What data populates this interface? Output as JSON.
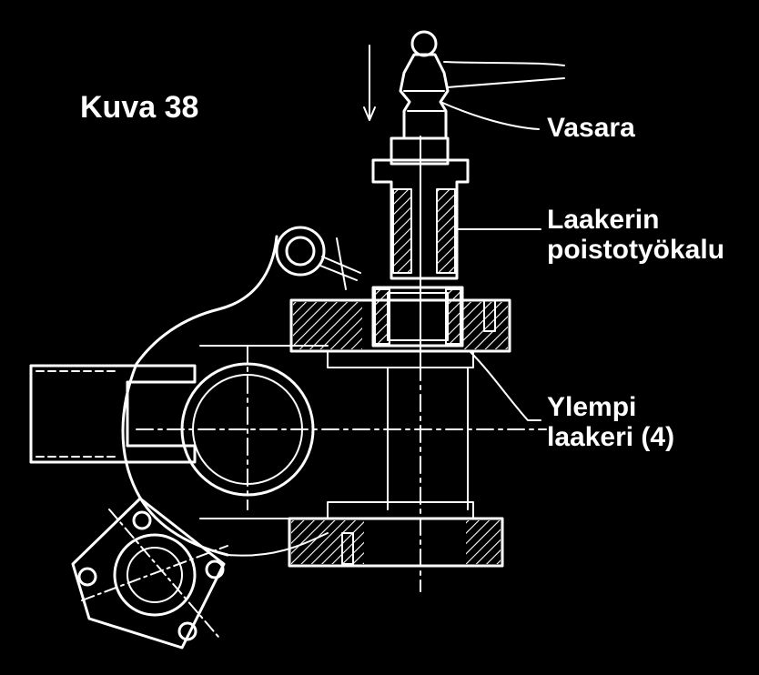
{
  "figure": {
    "title": "Kuva 38"
  },
  "callouts": {
    "hammer": "Vasara",
    "tool_line1": "Laakerin",
    "tool_line2": "poistotyökalu",
    "bearing_line1": "Ylempi",
    "bearing_line2": "laakeri (4)"
  },
  "colors": {
    "background": "#000000",
    "linework": "#ffffff"
  }
}
